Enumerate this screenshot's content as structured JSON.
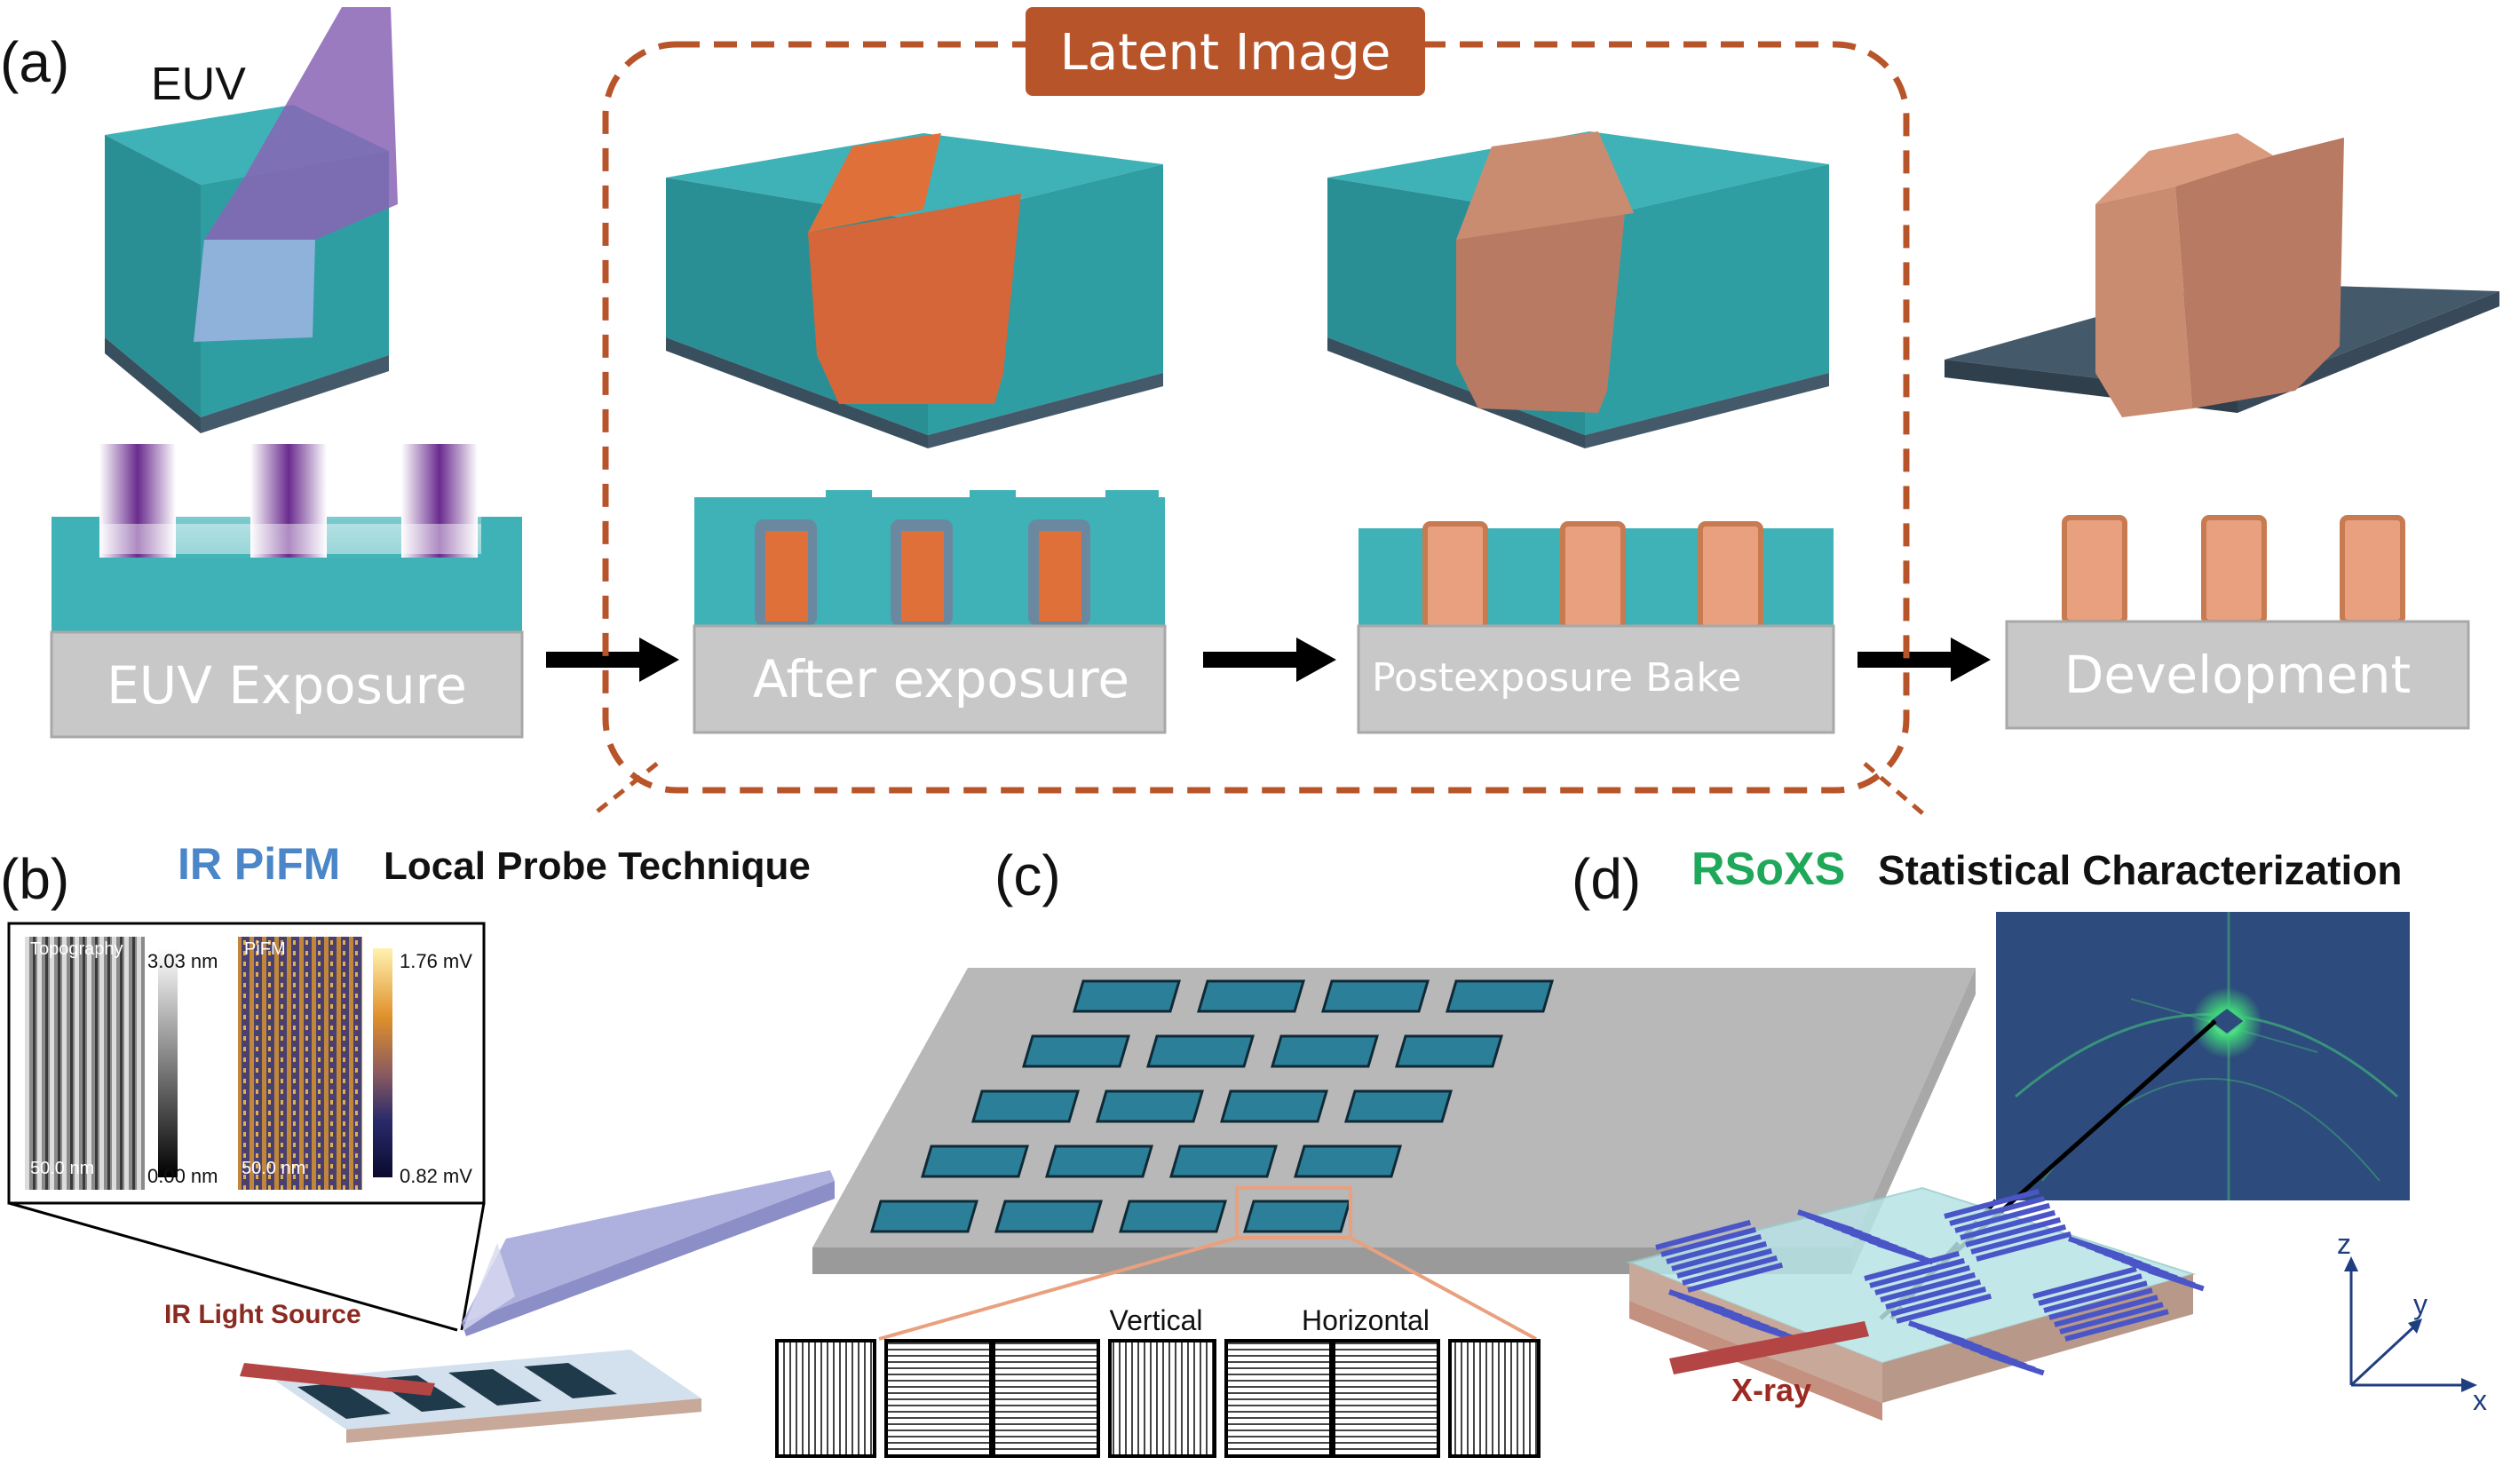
{
  "panels": {
    "a": "(a)",
    "b": "(b)",
    "c": "(c)",
    "d": "(d)"
  },
  "a": {
    "euv_label": "EUV",
    "latent_image": "Latent Image",
    "steps": [
      "EUV Exposure",
      "After exposure",
      "Postexposure Bake",
      "Development"
    ]
  },
  "b": {
    "title_colored": "IR PiFM",
    "title_rest": "Local Probe Technique",
    "topo_label": "Topography",
    "topo_max": "3.03 nm",
    "topo_min": "0.00 nm",
    "pifm_label": "PiFM",
    "pifm_max": "1.76 mV",
    "pifm_min": "0.82 mV",
    "scale_left": "50.0 nm",
    "scale_right": "50.0 nm",
    "ir_source": "IR Light Source"
  },
  "c": {
    "vertical": "Vertical",
    "horizontal": "Horizontal"
  },
  "d": {
    "title_colored": "RSoXS",
    "title_rest": "Statistical Characterization",
    "xray": "X-ray",
    "axis_z": "z",
    "axis_y": "y",
    "axis_x": "x"
  },
  "colors": {
    "teal": "#3fb2b7",
    "orange": "#e0703a",
    "peach": "#e9a07f",
    "latent_box": "#b8542a",
    "pifm_blue": "#4a86c8",
    "rsoxs_green": "#1fa85a"
  }
}
